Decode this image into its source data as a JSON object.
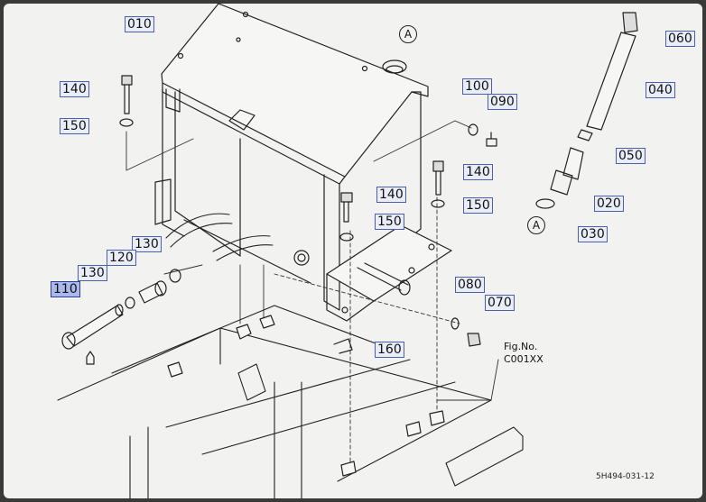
{
  "callouts": [
    {
      "id": "c010",
      "label": "010"
    },
    {
      "id": "c140a",
      "label": "140"
    },
    {
      "id": "c150a",
      "label": "150"
    },
    {
      "id": "c100",
      "label": "100"
    },
    {
      "id": "c090",
      "label": "090"
    },
    {
      "id": "c140b",
      "label": "140"
    },
    {
      "id": "c150b",
      "label": "150"
    },
    {
      "id": "c140c",
      "label": "140"
    },
    {
      "id": "c150c",
      "label": "150"
    },
    {
      "id": "c060",
      "label": "060"
    },
    {
      "id": "c040",
      "label": "040"
    },
    {
      "id": "c050",
      "label": "050"
    },
    {
      "id": "c020",
      "label": "020"
    },
    {
      "id": "c030",
      "label": "030"
    },
    {
      "id": "c130a",
      "label": "130"
    },
    {
      "id": "c120",
      "label": "120"
    },
    {
      "id": "c130b",
      "label": "130"
    },
    {
      "id": "c110",
      "label": "110"
    },
    {
      "id": "c080",
      "label": "080"
    },
    {
      "id": "c070",
      "label": "070"
    },
    {
      "id": "c160",
      "label": "160"
    }
  ],
  "reference_marks": {
    "top": "A",
    "bottom": "A"
  },
  "figure": {
    "line1": "Fig.No.",
    "line2": "C001XX"
  },
  "drawing_code": "5H494-031-12",
  "selected_callout": "110"
}
